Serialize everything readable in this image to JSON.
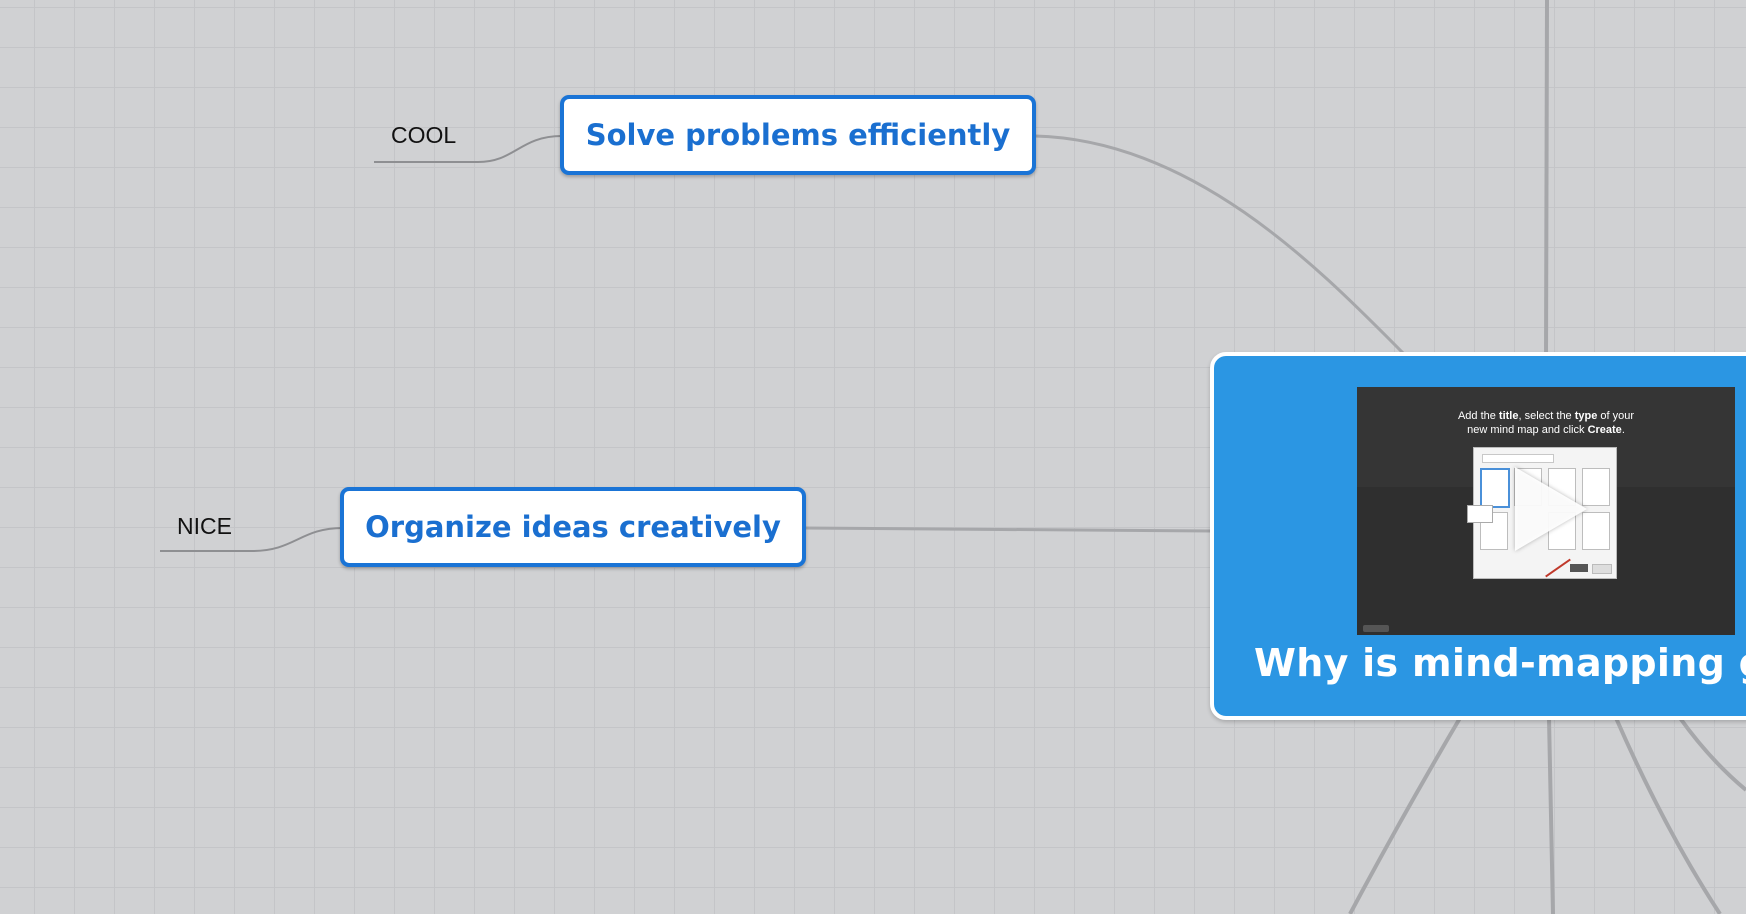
{
  "mindmap": {
    "central_topic": {
      "title": "Why is mind-mapping gr",
      "video": {
        "tip_plain_1": "Add the ",
        "tip_bold_1": "title",
        "tip_plain_2": ", select the ",
        "tip_bold_2": "type",
        "tip_plain_3": " of your",
        "tip_plain_4": "new mind map and click ",
        "tip_bold_3": "Create",
        "tip_plain_5": "."
      }
    },
    "topics": [
      {
        "text": "Solve problems efficiently",
        "label": "COOL"
      },
      {
        "text": "Organize ideas creatively",
        "label": "NICE"
      }
    ]
  },
  "colors": {
    "canvas": "#d0d1d3",
    "topic_border": "#1a74d6",
    "topic_text": "#1a6fd0",
    "central_fill": "#2b96e3"
  },
  "icons": {
    "video_play": "play-icon"
  }
}
